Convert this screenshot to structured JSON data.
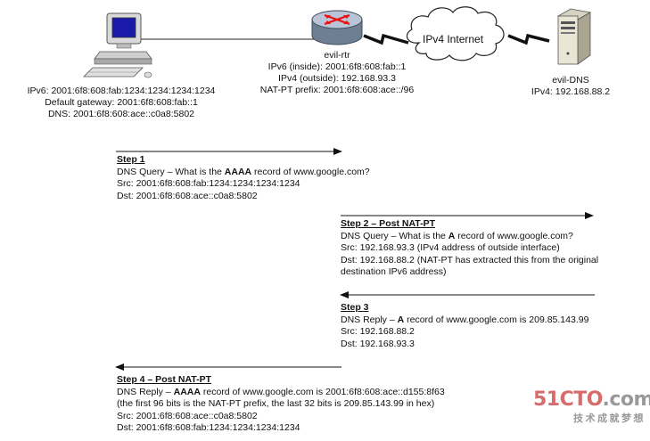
{
  "pc": {
    "lines": [
      "IPv6: 2001:6f8:608:fab:1234:1234:1234:1234",
      "Default gateway: 2001:6f8:608:fab::1",
      "DNS: 2001:6f8:608:ace::c0a8:5802"
    ]
  },
  "router": {
    "name": "evil-rtr",
    "lines": [
      "IPv6 (inside): 2001:6f8:608:fab::1",
      "IPv4 (outside): 192.168.93.3",
      "NAT-PT prefix: 2001:6f8:608:ace::/96"
    ]
  },
  "cloud": {
    "label": "IPv4 Internet"
  },
  "dns_server": {
    "name": "evil-DNS",
    "ipv4": "IPv4: 192.168.88.2"
  },
  "steps": [
    {
      "title": "Step 1",
      "query_prefix": "DNS Query – What is the ",
      "query_bold": "AAAA",
      "query_suffix": " record of www.google.com?",
      "src": "Src: 2001:6f8:608:fab:1234:1234:1234:1234",
      "dst": "Dst: 2001:6f8:608:ace::c0a8:5802"
    },
    {
      "title": "Step 2 – Post NAT-PT",
      "query_prefix": "DNS Query – What is the ",
      "query_bold": "A",
      "query_suffix": " record of www.google.com?",
      "src": "Src: 192.168.93.3 (IPv4 address of outside interface)",
      "dst1": "Dst: 192.168.88.2 (NAT-PT has extracted this from the original",
      "dst2": "destination IPv6 address)"
    },
    {
      "title": "Step 3",
      "reply_prefix": "DNS Reply – ",
      "reply_bold": "A",
      "reply_suffix": "  record of www.google.com is 209.85.143.99",
      "src": "Src: 192.168.88.2",
      "dst": "Dst: 192.168.93.3"
    },
    {
      "title": "Step 4 – Post NAT-PT",
      "reply_prefix": "DNS Reply – ",
      "reply_bold": "AAAA",
      "reply_suffix": " record of www.google.com is 2001:6f8:608:ace::d155:8f63",
      "note": "(the first 96 bits is the NAT-PT prefix, the last 32 bits is 209.85.143.99 in hex)",
      "src": "Src: 2001:6f8:608:ace::c0a8:5802",
      "dst": "Dst: 2001:6f8:608:fab:1234:1234:1234:1234"
    }
  ],
  "watermark": {
    "brand_main": "51CTO",
    "brand_dot": ".com",
    "tagline": "技术成就梦想"
  }
}
